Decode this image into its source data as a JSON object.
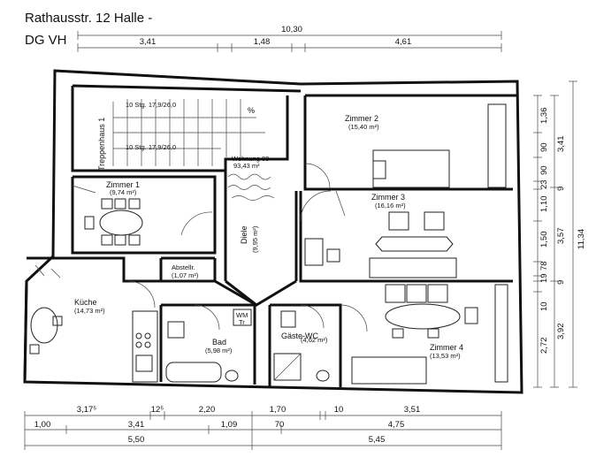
{
  "header": {
    "line1": "Rathausstr. 12 Halle -",
    "line2": "DG VH"
  },
  "dimensions": {
    "top_total": "10,30",
    "top_segments": [
      "3,41",
      "1,48",
      "4,61"
    ],
    "bottom_row1": [
      "3,17⁵",
      "12⁵",
      "2,20",
      "1,70",
      "10",
      "3,51"
    ],
    "bottom_row2": [
      "1,00",
      "3,41",
      "1,09",
      "70",
      "4,75"
    ],
    "bottom_row3": [
      "5,50",
      "5,45"
    ],
    "right_inner": [
      "1,36",
      "90",
      "90",
      "23",
      "1,10",
      "1,50",
      "78",
      "19",
      "10",
      "2,72"
    ],
    "right_middle": [
      "3,41",
      "9",
      "3,57",
      "9",
      "3,92"
    ],
    "right_total": "11,34"
  },
  "rooms": {
    "stair_label": "Treppenhaus 1",
    "stair_upper": "10 Stg. 17,9/26,0",
    "stair_lower": "10 Stg. 17,9/26,0",
    "wohnung_name": "Wohnung 09",
    "wohnung_area": "93,43 m²",
    "zimmer2_name": "Zimmer 2",
    "zimmer2_area": "(15,40 m²)",
    "zimmer1_name": "Zimmer 1",
    "zimmer1_area": "(9,74 m²)",
    "zimmer3_name": "Zimmer 3",
    "zimmer3_area": "(16,16 m²)",
    "diele_name": "Diele",
    "diele_area": "(9,95 m²)",
    "abstell_name": "Abstellr.",
    "abstell_area": "(1,07 m²)",
    "kueche_name": "Küche",
    "kueche_area": "(14,73 m²)",
    "bad_name": "Bad",
    "bad_area": "(5,98 m²)",
    "wm_label": "WM",
    "wm_sub": "Tr",
    "gaeste_name": "Gäste-WC",
    "gaeste_area": "(4,62 m²)",
    "zimmer4_name": "Zimmer 4",
    "zimmer4_area": "(13,53 m²)"
  }
}
